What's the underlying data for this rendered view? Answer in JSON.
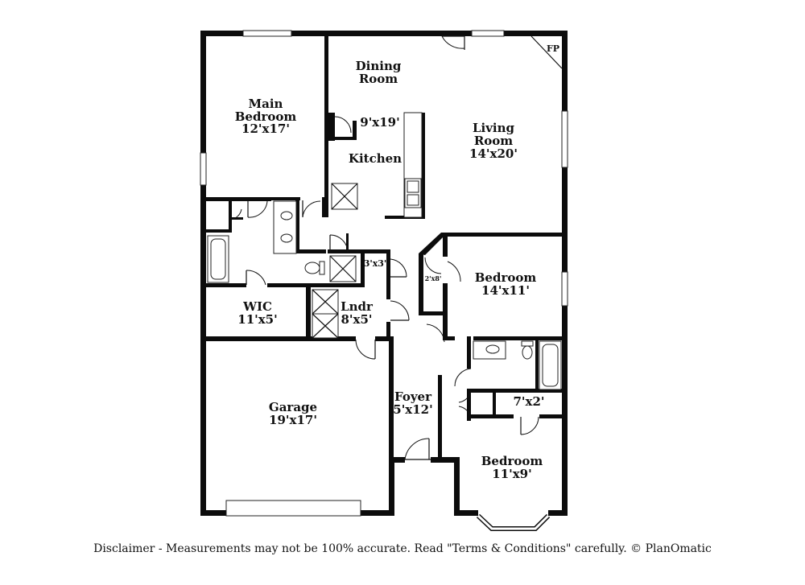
{
  "rooms": {
    "dining": {
      "name_line1": "Dining",
      "name_line2": "Room"
    },
    "main_bedroom": {
      "name_line1": "Main",
      "name_line2": "Bedroom",
      "size": "12'x17'"
    },
    "kitchen_dining_size": "9'x19'",
    "kitchen": {
      "name": "Kitchen"
    },
    "living": {
      "name_line1": "Living",
      "name_line2": "Room",
      "size": "14'x20'"
    },
    "fireplace": {
      "label": "FP"
    },
    "closet_3x3": {
      "size": "3'x3'"
    },
    "closet_2x8": {
      "size": "2'x8'"
    },
    "bedroom_2": {
      "name": "Bedroom",
      "size": "14'x11'"
    },
    "wic": {
      "name": "WIC",
      "size": "11'x5'"
    },
    "laundry": {
      "name": "Lndr",
      "size": "8'x5'"
    },
    "garage": {
      "name": "Garage",
      "size": "19'x17'"
    },
    "foyer": {
      "name": "Foyer",
      "size": "5'x12'"
    },
    "closet_7x2": {
      "size": "7'x2'"
    },
    "bedroom_3": {
      "name": "Bedroom",
      "size": "11'x9'"
    }
  },
  "footer": {
    "disclaimer": "Disclaimer - Measurements may not be 100% accurate. Read \"Terms & Conditions\" carefully. © PlanOmatic"
  }
}
